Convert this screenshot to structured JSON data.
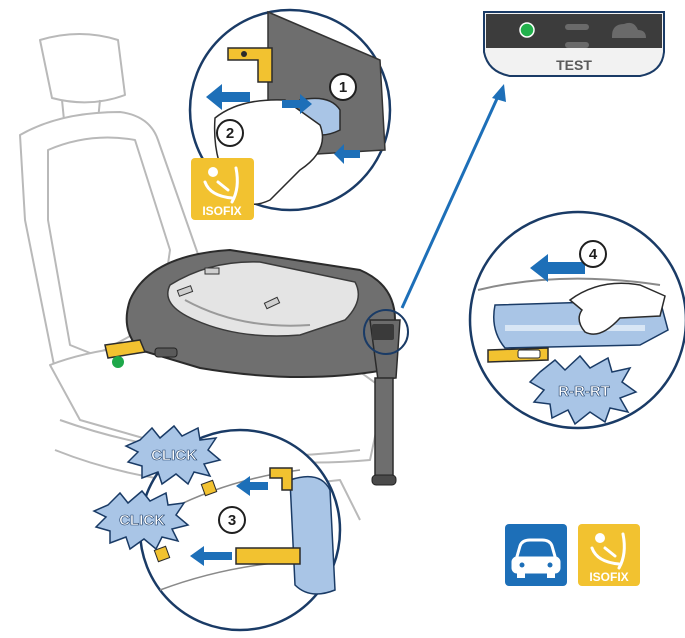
{
  "steps": {
    "step1": "1",
    "step2": "2",
    "step3": "3",
    "step4": "4"
  },
  "indicator_panel": {
    "label": "TEST",
    "status_color": "#22b14c"
  },
  "bursts": {
    "click_top": "CLICK",
    "click_bottom": "CLICK",
    "ratchet": "R-R-RT"
  },
  "badges": {
    "isofix_small": "ISOFIX",
    "isofix_large": "ISOFIX",
    "car_icon": "car-icon"
  },
  "colors": {
    "accent_blue": "#1d6fb8",
    "isofix_yellow": "#f2c230",
    "outline_blue": "#1a3b66",
    "base_gray": "#6f6f6f",
    "green_dot": "#1ea84a",
    "burst_fill": "#a9c5e6"
  }
}
